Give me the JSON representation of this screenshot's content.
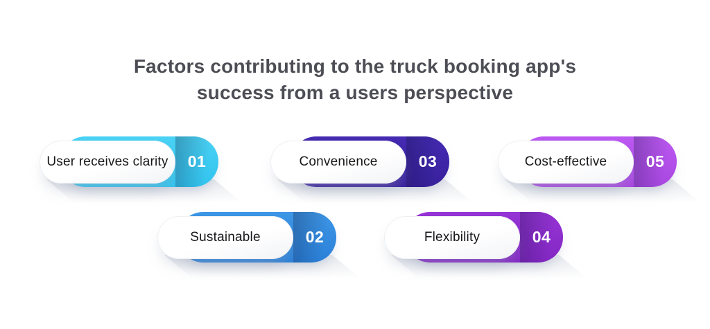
{
  "title": {
    "line1": "Factors contributing to the truck booking app's",
    "line2": "success from a users perspective",
    "color": "#4d4d55"
  },
  "cards": [
    {
      "id": "user-receives-clarity",
      "label": "User receives clarity",
      "number": "01",
      "accent_top": "#4AD2F4",
      "accent_bottom": "#32C3EE"
    },
    {
      "id": "sustainable",
      "label": "Sustainable",
      "number": "02",
      "accent_top": "#3E96E6",
      "accent_bottom": "#2A80D8"
    },
    {
      "id": "convenience",
      "label": "Convenience",
      "number": "03",
      "accent_top": "#452AB2",
      "accent_bottom": "#38209C"
    },
    {
      "id": "flexibility",
      "label": "Flexibility",
      "number": "04",
      "accent_top": "#9634D6",
      "accent_bottom": "#8227C2"
    },
    {
      "id": "cost-effective",
      "label": "Cost-effective",
      "number": "05",
      "accent_top": "#BC59F2",
      "accent_bottom": "#A847E0"
    }
  ]
}
